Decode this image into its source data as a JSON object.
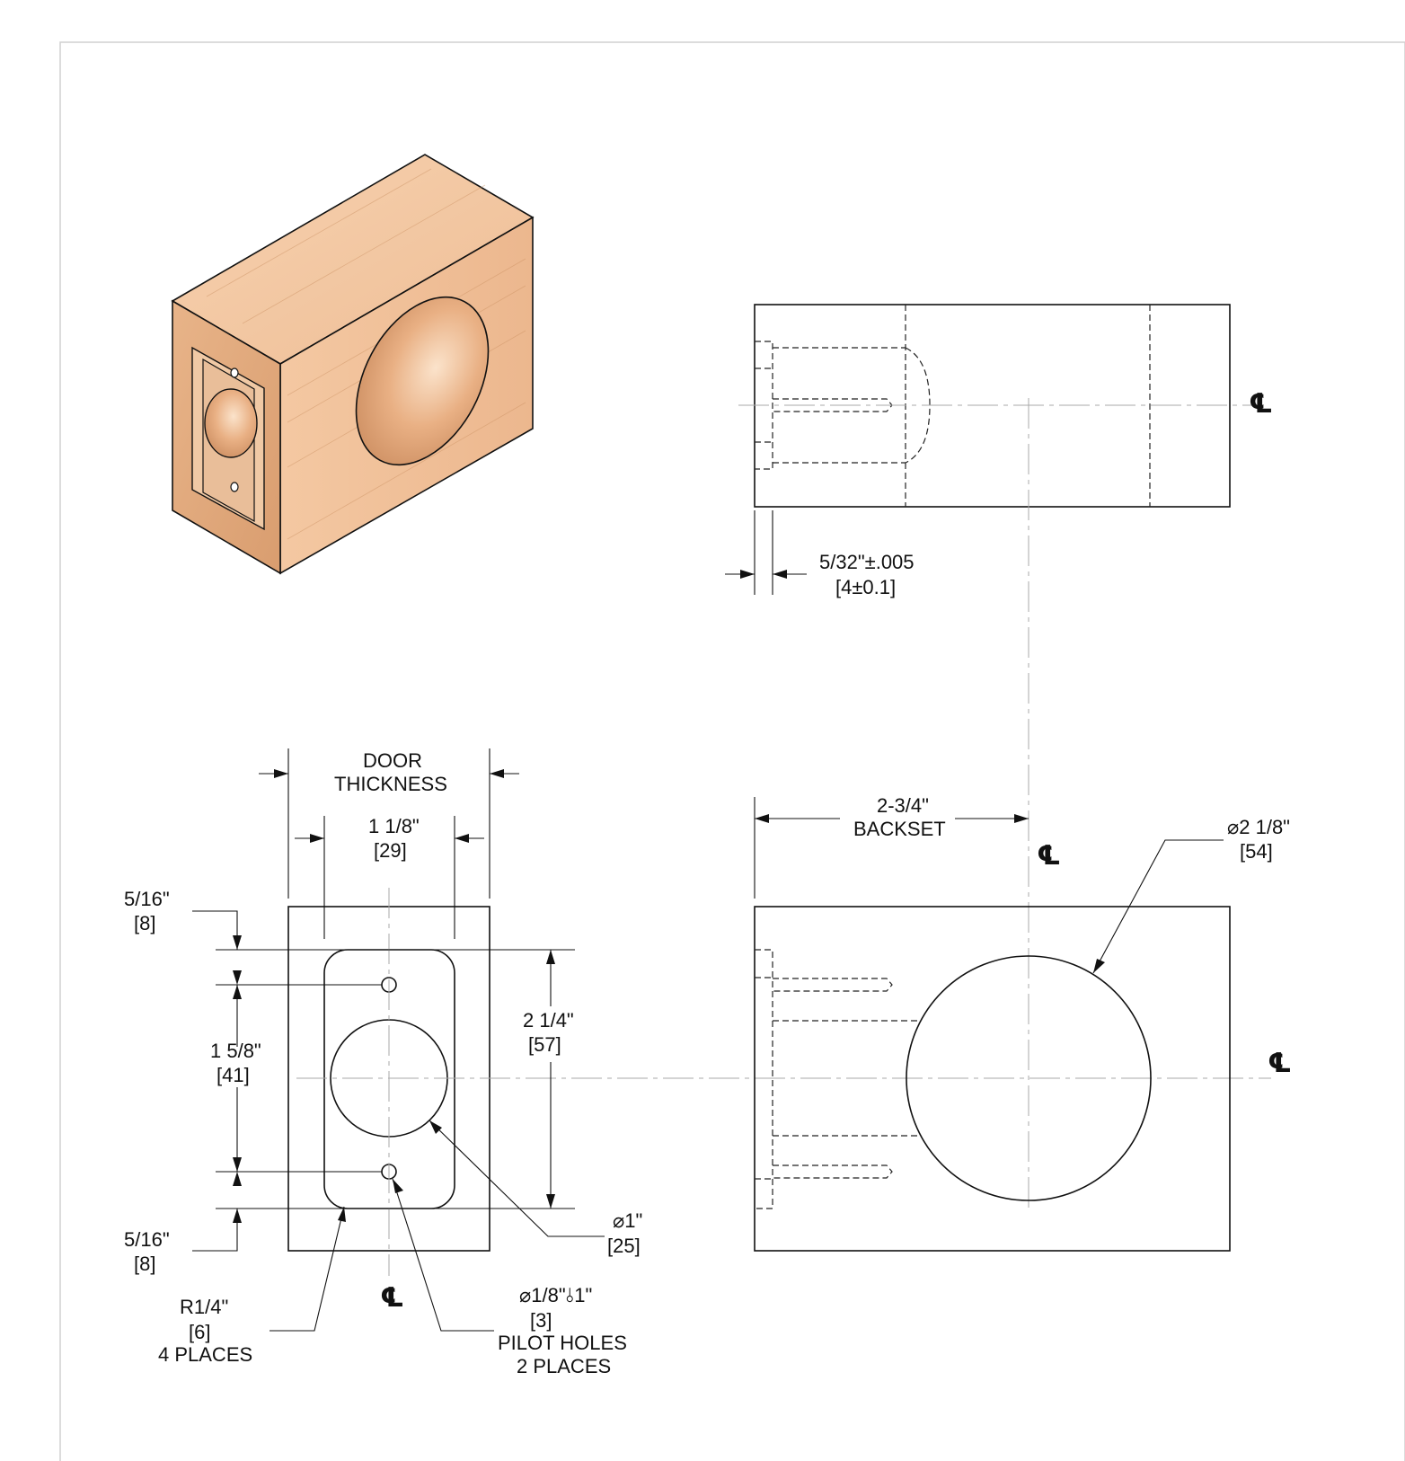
{
  "labels": {
    "door_thickness_line1": "DOOR",
    "door_thickness_line2": "THICKNESS",
    "thickness_in": "1 1/8\"",
    "thickness_mm": "[29]",
    "backset_in": "2-3/4\"",
    "backset_word": "BACKSET",
    "bore_in": "⌀2 1/8\"",
    "bore_mm": "[54]",
    "top_edge_in": "5/16\"",
    "top_edge_mm": "[8]",
    "hole_spacing_in": "1 5/8\"",
    "hole_spacing_mm": "[41]",
    "bottom_edge_in": "5/16\"",
    "bottom_edge_mm": "[8]",
    "plate_height_in": "2 1/4\"",
    "plate_height_mm": "[57]",
    "cross_bore_in": "⌀1\"",
    "cross_bore_mm": "[25]",
    "radius_in": "R1/4\"",
    "radius_mm": "[6]",
    "radius_places": "4 PLACES",
    "pilot_in": "⌀1/8\"⫰1\"",
    "pilot_mm": "[3]",
    "pilot_word": "PILOT HOLES",
    "pilot_places": "2 PLACES",
    "mortise_in": "5/32\"±.005",
    "mortise_mm": "[4±0.1]",
    "centerline": "℄"
  },
  "colors": {
    "wood_light": "#f3c9a4",
    "wood_mid": "#e8b489",
    "wood_dark": "#d99d6f",
    "line": "#111111",
    "centerline": "#a9a9a9"
  }
}
